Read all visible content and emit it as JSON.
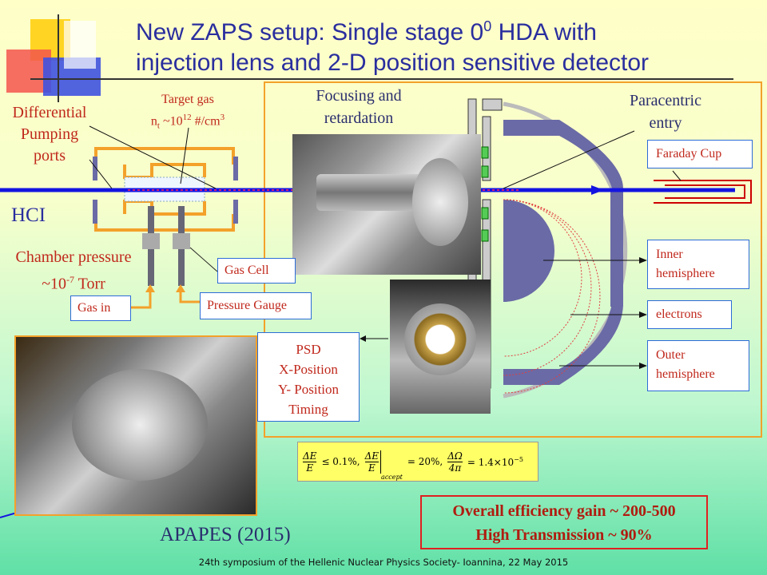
{
  "title": {
    "line1_pre": "New ZAPS setup: Single stage 0",
    "line1_sup": "0",
    "line1_post": " HDA with",
    "line2": "injection lens and 2-D position sensitive detector"
  },
  "labels": {
    "differential_pumping": [
      "Differential",
      "Pumping",
      "ports"
    ],
    "target_gas": "Target gas",
    "nt_pre": "n",
    "nt_sub": "t",
    "nt_mid": " ~10",
    "nt_exp": "12",
    "nt_post": " #/cm",
    "nt_exp2": "3",
    "focusing": [
      "Focusing and",
      "retardation"
    ],
    "paracentric": [
      "Paracentric",
      "entry"
    ],
    "hci": "HCI",
    "chamber_pressure": "Chamber pressure",
    "pressure_value_pre": "~10",
    "pressure_value_exp": "-7",
    "pressure_value_post": " Torr",
    "apapes": "APAPES (2015)"
  },
  "boxes": {
    "faraday_cup": "Faraday Cup",
    "inner_hemisphere": [
      "Inner",
      "hemisphere"
    ],
    "electrons": "electrons",
    "outer_hemisphere": [
      "Outer",
      "hemisphere"
    ],
    "gas_cell": "Gas Cell",
    "gas_in": "Gas in",
    "pressure_gauge": "Pressure Gauge",
    "psd": [
      "PSD",
      "X-Position",
      "Y- Position",
      "Timing"
    ]
  },
  "formula": {
    "e1": "ΔE",
    "d1": "E",
    "r1": "≤ 0.1%,",
    "e2": "ΔE",
    "d2": "E",
    "sub2": "accept",
    "r2": "= 20%,",
    "e3": "ΔΩ",
    "d3": "4π",
    "r3": "= 1.4×10",
    "r3_exp": "−5"
  },
  "efficiency": {
    "line1": "Overall efficiency gain ~ 200-500",
    "line2": "High Transmission ~ 90%"
  },
  "footer": "24th symposium of the Hellenic Nuclear Physics Society- Ioannina, 22 May 2015",
  "colors": {
    "beam": "#1414e0",
    "text_red": "#c0281c",
    "title_blue": "#2a2e9e",
    "orange": "#f3a12a",
    "hemisphere": "#6a6aa6"
  }
}
